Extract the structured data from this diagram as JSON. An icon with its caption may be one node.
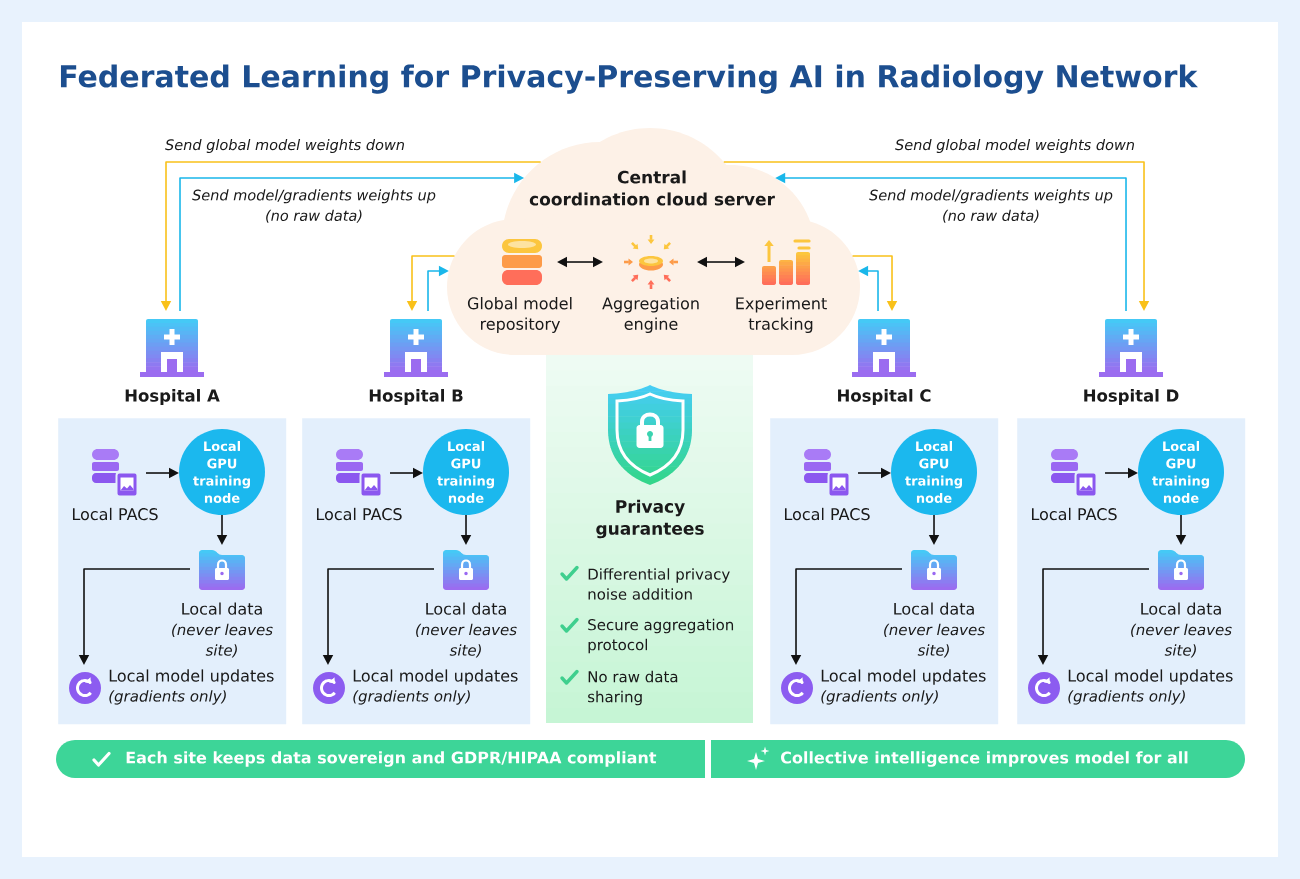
{
  "diagram": {
    "title": "Federated Learning for Privacy-Preserving AI in Radiology Network",
    "nodes": [
      {
        "text": [
          "Central coordination cloud server"
        ]
      },
      {
        "text": [
          "Global model repository"
        ],
        "in": 0
      },
      {
        "text": [
          "Aggregation engine"
        ],
        "in": 0
      },
      {
        "text": [
          "Experiment tracking"
        ],
        "in": 0
      },
      {
        "text": [
          "Hospital A"
        ]
      },
      {
        "text": [],
        "shape": "box"
      },
      {
        "text": [
          "Local PACS"
        ],
        "in": 5
      },
      {
        "text": [
          "Local GPU training node"
        ],
        "in": 5
      },
      {
        "text": [
          "Local data",
          "(never leaves site)"
        ],
        "in": 5
      },
      {
        "text": [
          "Local model updates",
          "(gradients only)"
        ],
        "in": 5
      },
      {
        "text": [
          "Hospital B"
        ]
      },
      {
        "text": [],
        "shape": "box"
      },
      {
        "text": [
          "Local PACS"
        ],
        "in": 11
      },
      {
        "text": [
          "Local GPU training node"
        ],
        "in": 11
      },
      {
        "text": [
          "Local data",
          "(never leaves site)"
        ],
        "in": 11
      },
      {
        "text": [
          "Local model updates",
          "(gradients only)"
        ],
        "in": 11
      },
      {
        "text": [
          "Privacy guarantees",
          "Differential privacy noise addition",
          "Secure aggregation protocol",
          "No raw data sharing"
        ]
      },
      {
        "text": [
          "Hospital C"
        ]
      },
      {
        "text": [],
        "shape": "box"
      },
      {
        "text": [
          "Local PACS"
        ],
        "in": 18
      },
      {
        "text": [
          "Local GPU training node"
        ],
        "in": 18
      },
      {
        "text": [
          "Local data",
          "(never leaves site)"
        ],
        "in": 18
      },
      {
        "text": [
          "Local model updates",
          "(gradients only)"
        ],
        "in": 18
      },
      {
        "text": [
          "Hospital D"
        ]
      },
      {
        "text": [],
        "shape": "box"
      },
      {
        "text": [
          "Local PACS"
        ],
        "in": 24
      },
      {
        "text": [
          "Local GPU training node"
        ],
        "in": 24
      },
      {
        "text": [
          "Local data",
          "(never leaves site)"
        ],
        "in": 24
      },
      {
        "text": [
          "Local model updates",
          "(gradients only)"
        ],
        "in": 24
      },
      {
        "text": [
          "Each site keeps data sovereign and GDPR/HIPAA compliant"
        ]
      },
      {
        "text": [
          "Collective intelligence improves model for all"
        ]
      }
    ],
    "edges": [
      {
        "from": 0,
        "to": 4,
        "arrow": "to",
        "label": "Send global model weights down",
        "color": "#f9c11a"
      },
      {
        "from": 4,
        "to": 0,
        "arrow": "to",
        "label": "Send model/gradients weights up (no raw data)",
        "color": "#1ab7ea"
      },
      {
        "from": 0,
        "to": 10,
        "arrow": "to",
        "color": "#f9c11a"
      },
      {
        "from": 10,
        "to": 0,
        "arrow": "to",
        "color": "#1ab7ea"
      },
      {
        "from": 0,
        "to": 17,
        "arrow": "to",
        "color": "#f9c11a"
      },
      {
        "from": 17,
        "to": 0,
        "arrow": "to",
        "color": "#1ab7ea"
      },
      {
        "from": 0,
        "to": 23,
        "arrow": "to",
        "label": "Send global model weights down",
        "color": "#f9c11a"
      },
      {
        "from": 23,
        "to": 0,
        "arrow": "to",
        "label": "Send model/gradients weights up (no raw data)",
        "color": "#1ab7ea"
      },
      {
        "from": 1,
        "to": 2,
        "arrow": "both"
      },
      {
        "from": 2,
        "to": 3,
        "arrow": "both"
      },
      {
        "from": 6,
        "to": 7,
        "arrow": "to"
      },
      {
        "from": 7,
        "to": 8,
        "arrow": "to"
      },
      {
        "from": 8,
        "to": 9,
        "arrow": "to"
      },
      {
        "from": 12,
        "to": 13,
        "arrow": "to"
      },
      {
        "from": 13,
        "to": 14,
        "arrow": "to"
      },
      {
        "from": 14,
        "to": 15,
        "arrow": "to"
      },
      {
        "from": 19,
        "to": 20,
        "arrow": "to"
      },
      {
        "from": 20,
        "to": 21,
        "arrow": "to"
      },
      {
        "from": 21,
        "to": 22,
        "arrow": "to"
      },
      {
        "from": 25,
        "to": 26,
        "arrow": "to"
      },
      {
        "from": 26,
        "to": 27,
        "arrow": "to"
      },
      {
        "from": 27,
        "to": 28,
        "arrow": "to"
      }
    ]
  }
}
